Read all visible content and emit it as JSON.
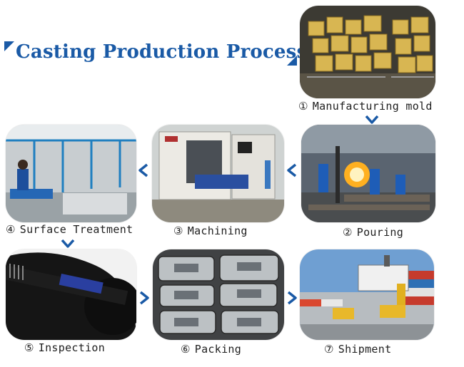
{
  "title": "Casting Production Process",
  "accent_color": "#1a5aa6",
  "steps": [
    {
      "num": "①",
      "label": "Manufacturing mold",
      "image": "sand-molds-photo"
    },
    {
      "num": "②",
      "label": "Pouring",
      "image": "molten-metal-pouring-photo"
    },
    {
      "num": "③",
      "label": "Machining",
      "image": "cnc-machining-center-photo"
    },
    {
      "num": "④",
      "label": "Surface Treatment",
      "image": "surface-treatment-workshop-photo"
    },
    {
      "num": "⑤",
      "label": "Inspection",
      "image": "thread-gauge-inspection-photo"
    },
    {
      "num": "⑥",
      "label": "Packing",
      "image": "packed-castings-photo"
    },
    {
      "num": "⑦",
      "label": "Shipment",
      "image": "container-shipment-photo"
    }
  ],
  "arrows": {
    "mold_to_pouring": "chevron-down-icon",
    "pouring_to_machining": "chevron-left-icon",
    "machining_to_surface": "chevron-left-icon",
    "surface_to_inspection": "chevron-down-icon",
    "inspection_to_packing": "chevron-right-icon",
    "packing_to_shipment": "chevron-right-icon"
  }
}
